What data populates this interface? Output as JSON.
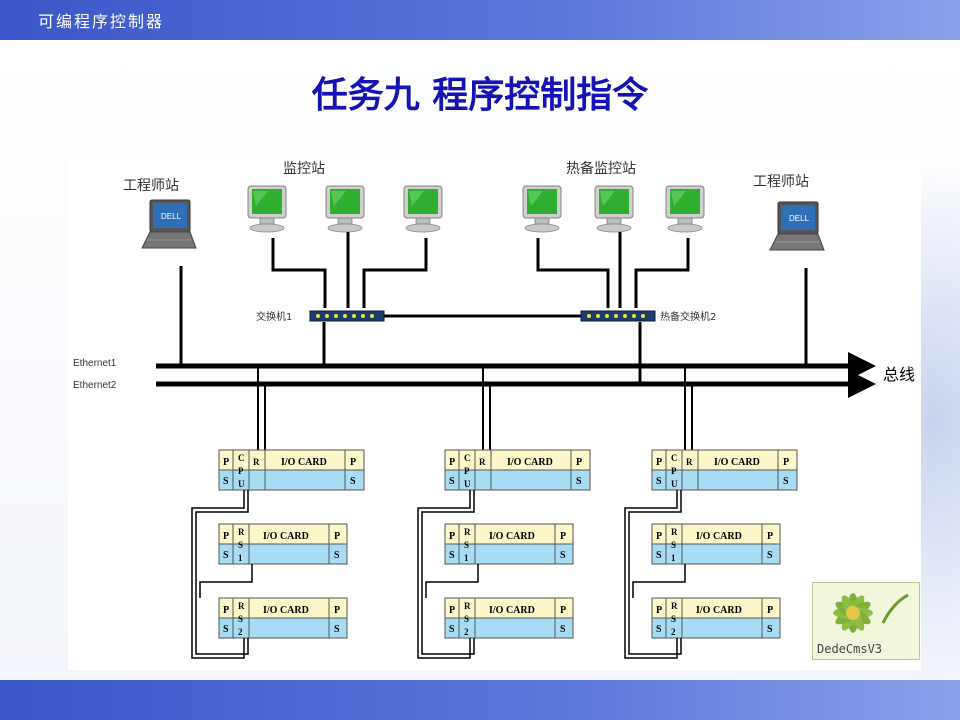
{
  "header": {
    "title": "可编程序控制器"
  },
  "slide": {
    "title": "任务九 程序控制指令"
  },
  "diagram": {
    "engineer_station_left": "工程师站",
    "engineer_station_right": "工程师站",
    "monitor_station": "监控站",
    "hot_standby_monitor_station": "热备监控站",
    "switch1": "交换机1",
    "switch2": "热备交换机2",
    "ethernet1": "Ethernet1",
    "ethernet2": "Ethernet2",
    "bus": "总线",
    "io_card": "I/O CARD",
    "ps_p": "P",
    "ps_s": "S",
    "cpu_c": "C",
    "cpu_p": "P",
    "cpu_u": "U",
    "r_label": "R",
    "rs_r": "R",
    "rs_s": "S",
    "rs1": "1",
    "rs2": "2",
    "laptop_brand": "DELL"
  },
  "watermark": {
    "text": "DedeCmsV3"
  },
  "colors": {
    "title": "#1414b4",
    "bar": "#4a66d2",
    "card_top": "#fbf7c8",
    "card_bottom": "#a7dcf4",
    "monitor": "#2fae2f"
  }
}
